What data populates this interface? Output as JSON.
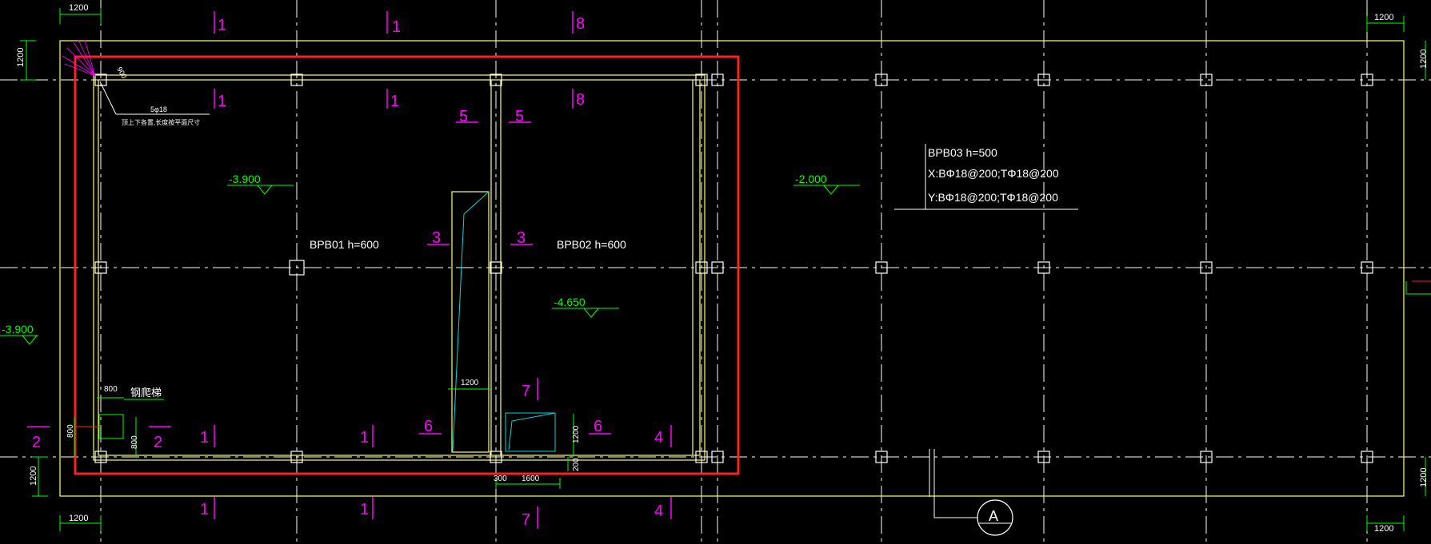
{
  "colors": {
    "background": "#000000",
    "axis": "#ffffff",
    "dim": "#00ff00",
    "wall": "#ffff66",
    "section": "#ff00ff",
    "highlight": "#ff2020",
    "cyan": "#00d7d7"
  },
  "dims": {
    "top_left": "1200",
    "top_right": "1200",
    "left_top": "1200",
    "left_bottom": "1200",
    "bottom_left": "1200",
    "bottom_right": "1200",
    "right_top": "1200",
    "right_bottom": "1200",
    "pit1_width": "1200",
    "pit1_h": "800",
    "pit1_v1": "800",
    "pit1_v2": "800",
    "pit2_h": "1200",
    "pit2_w": "1600",
    "pit2_off": "300",
    "pit2_v": "200",
    "corner": "900"
  },
  "rebar_note": {
    "bar": "5φ18",
    "text": "顶上下各置,长度按平面尺寸"
  },
  "ladder_label": "钢爬梯",
  "slabs": {
    "bpb01": "BPB01 h=600",
    "bpb02": "BPB02 h=600",
    "bpb03_title": "BPB03 h=500",
    "bpb03_x": "X:BΦ18@200;TΦ18@200",
    "bpb03_y": "Y:BΦ18@200;TΦ18@200"
  },
  "levels": {
    "l1": "-3.900",
    "l2": "-2.000",
    "l3": "-4.650",
    "l4": "-3.900"
  },
  "sections": {
    "s1": "1",
    "s2": "2",
    "s3": "3",
    "s4": "4",
    "s5": "5",
    "s6": "6",
    "s7": "7",
    "s8": "8"
  },
  "axis_label": "A"
}
